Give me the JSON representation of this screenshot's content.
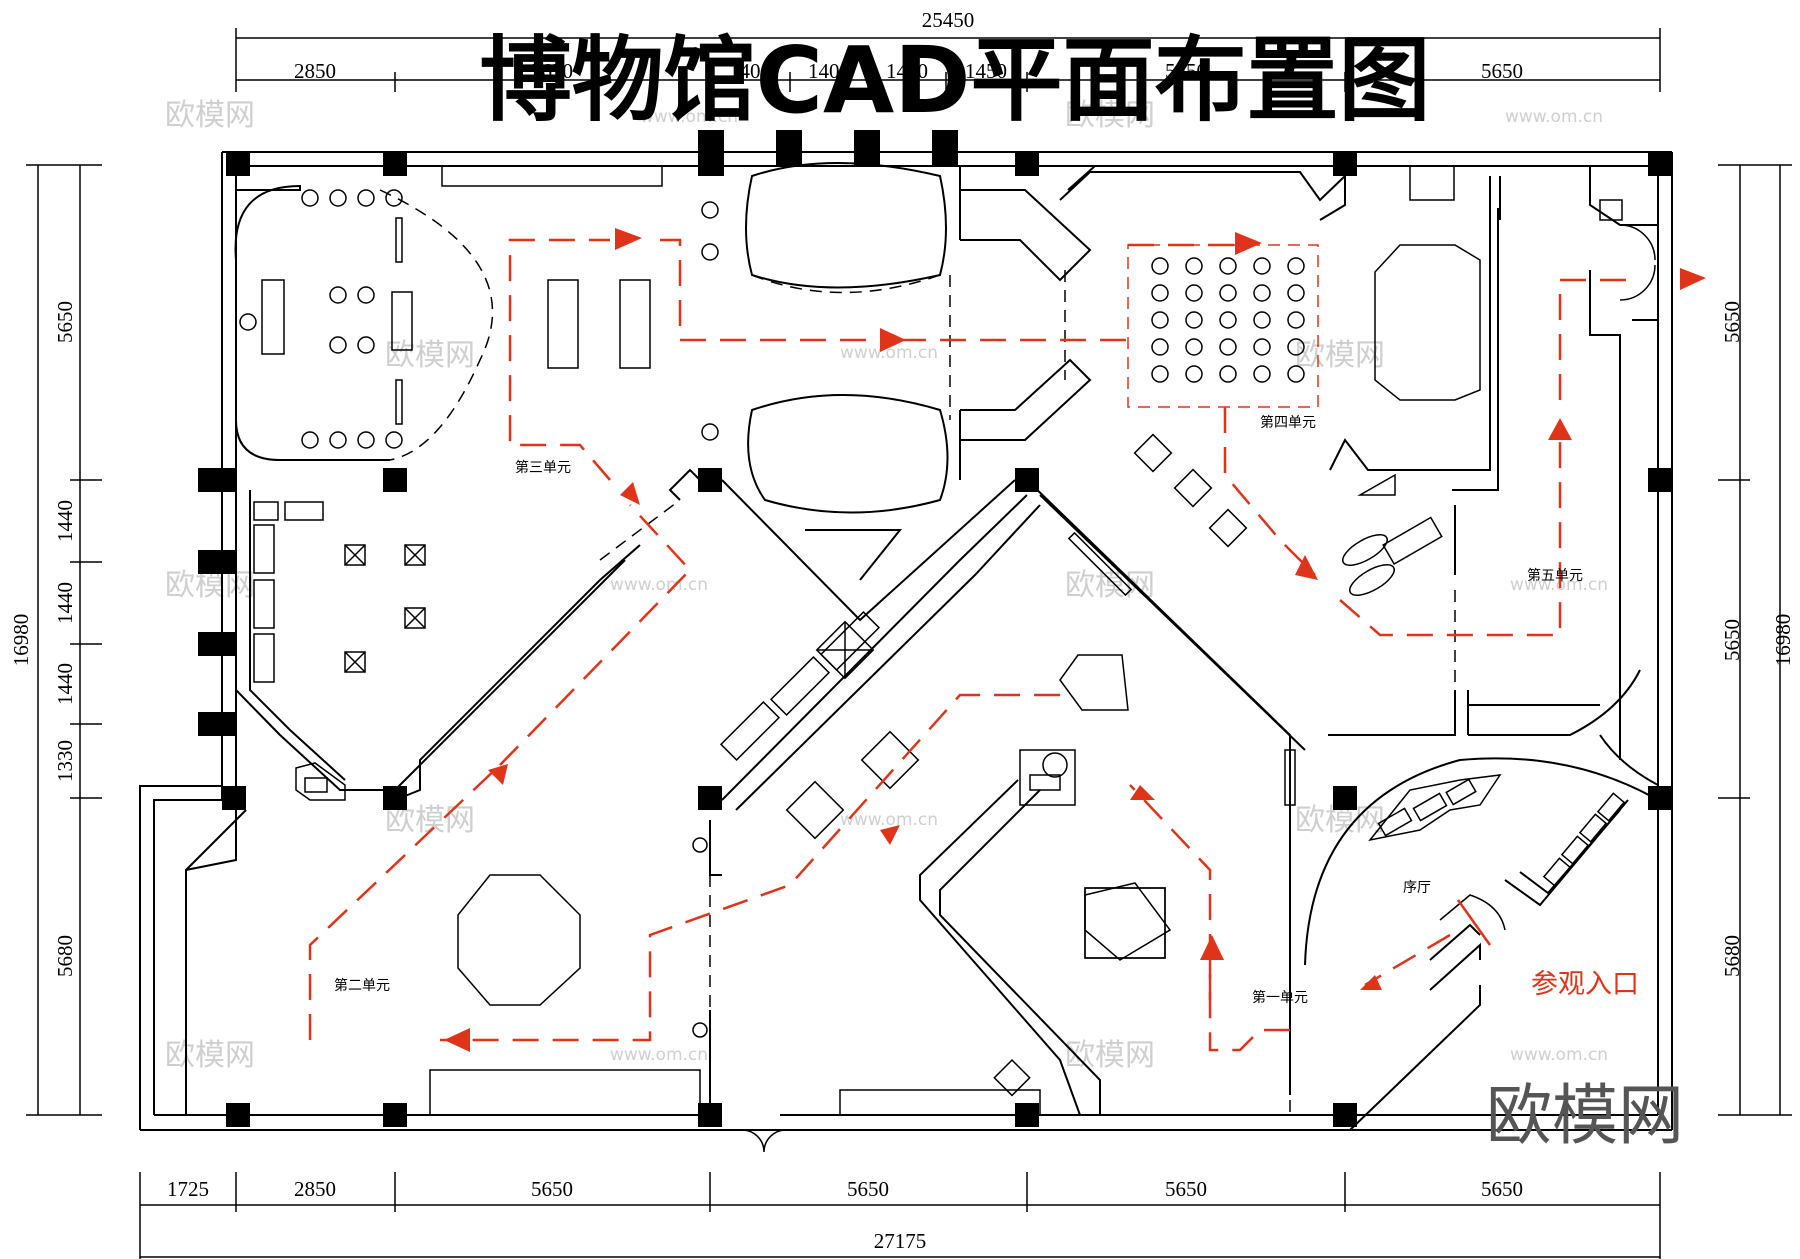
{
  "title": "博物馆CAD平面布置图",
  "dimensions": {
    "top_total": "25450",
    "top_segments": [
      "2850",
      "5650",
      "1400",
      "1400",
      "1400",
      "1450",
      "5650",
      "5650"
    ],
    "bottom_segments": [
      "1725",
      "2850",
      "5650",
      "5650",
      "5650",
      "5650"
    ],
    "bottom_total": "27175",
    "left_total": "16980",
    "left_segments": [
      "5650",
      "1440",
      "1440",
      "1440",
      "1330",
      "5680"
    ],
    "right_total": "16980",
    "right_segments": [
      "5650",
      "5650",
      "5680"
    ]
  },
  "rooms": {
    "unit1": "第一单元",
    "unit2": "第二单元",
    "unit3": "第三单元",
    "unit4": "第四单元",
    "unit5": "第五单元",
    "lobby": "序厅"
  },
  "entrance_label": "参观入口",
  "watermark": {
    "brand": "欧模网",
    "url": "www.om.cn",
    "logo": "欧模网"
  },
  "colors": {
    "route": "#e0341a",
    "walls": "#000000"
  }
}
